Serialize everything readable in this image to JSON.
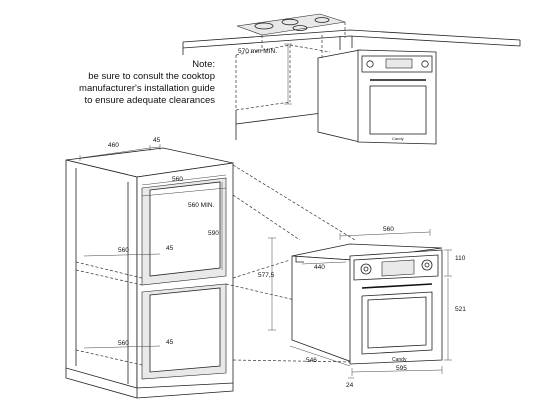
{
  "note": {
    "lines": [
      "Note:",
      "be sure to consult the cooktop",
      "manufacturer's installation guide",
      "to ensure adequate clearances"
    ]
  },
  "dimensions": {
    "top_clearance": "570 mm MIN.",
    "cabinet_depth": "460",
    "cabinet_offset": "45",
    "cabinet_inner_width": "560",
    "cabinet_min_width": "560 MIN.",
    "niche_height": "590",
    "shelf_width": "560",
    "shelf_offset": "45",
    "base_width": "560",
    "base_offset": "45",
    "niche_total_height": "577,5",
    "oven_top_width": "560",
    "oven_side_depth": "440",
    "oven_panel_height": "110",
    "oven_door_height": "521",
    "oven_depth": "546",
    "oven_width": "595",
    "oven_door_thickness": "24"
  },
  "brand": {
    "oven_small": "Candy",
    "oven_large": "Candy"
  }
}
